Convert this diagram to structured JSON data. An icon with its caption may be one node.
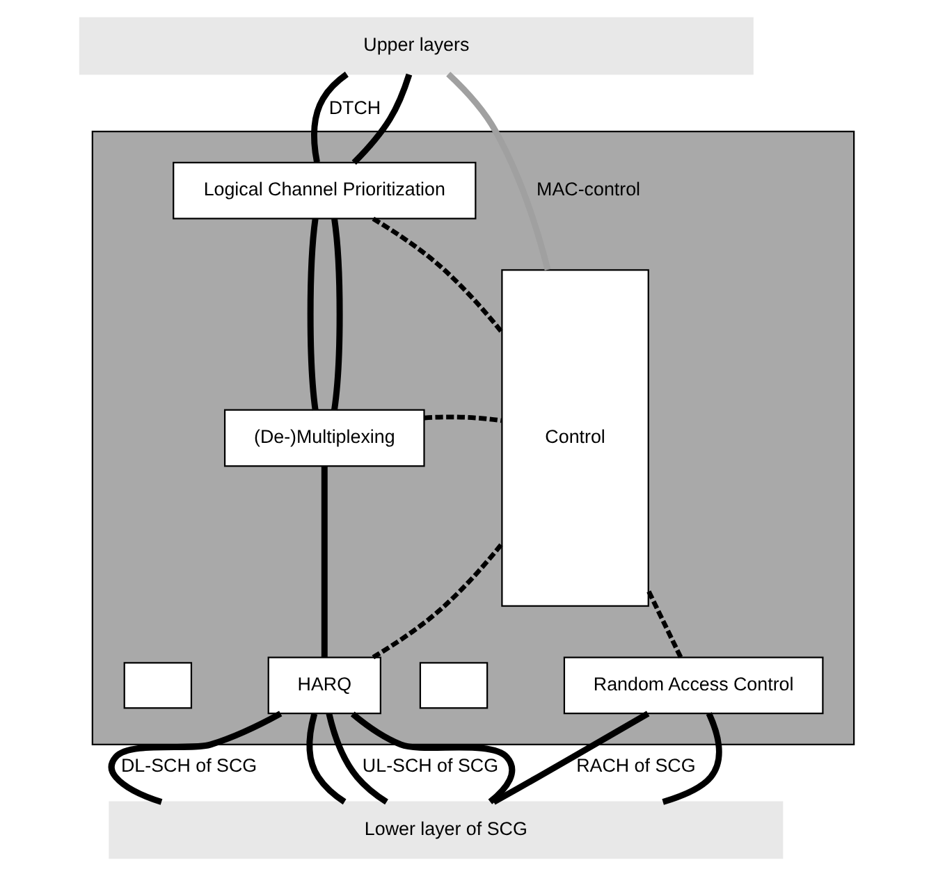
{
  "diagram": {
    "nodes": [
      {
        "text": [
          "Upper layers"
        ]
      },
      {
        "text": [],
        "shape": "box"
      },
      {
        "text": [
          "Logical Channel Prioritization"
        ],
        "in": 1
      },
      {
        "text": [
          "(De-)Multiplexing"
        ],
        "in": 1
      },
      {
        "text": [],
        "shape": "box",
        "in": 1
      },
      {
        "text": [
          "HARQ"
        ],
        "in": 1
      },
      {
        "text": [],
        "shape": "box",
        "in": 1
      },
      {
        "text": [
          "Random Access Control"
        ],
        "in": 1
      },
      {
        "text": [
          "Control"
        ],
        "in": 1
      },
      {
        "text": [
          "Lower layer of SCG"
        ]
      }
    ],
    "edges": [
      {
        "from": 0,
        "to": 2,
        "arrow": "none",
        "label": "DTCH"
      },
      {
        "from": 0,
        "to": 2,
        "arrow": "none"
      },
      {
        "from": 0,
        "to": 8,
        "arrow": "none",
        "label": "MAC-control",
        "color": "#a0a0a0"
      },
      {
        "from": 2,
        "to": 3,
        "arrow": "none"
      },
      {
        "from": 2,
        "to": 3,
        "arrow": "none"
      },
      {
        "from": 3,
        "to": 5,
        "arrow": "none"
      },
      {
        "from": 5,
        "to": 9,
        "arrow": "none",
        "label": "DL-SCH of SCG"
      },
      {
        "from": 5,
        "to": 9,
        "arrow": "none"
      },
      {
        "from": 5,
        "to": 9,
        "arrow": "none",
        "label": "UL-SCH of SCG"
      },
      {
        "from": 5,
        "to": 9,
        "arrow": "none"
      },
      {
        "from": 7,
        "to": 9,
        "arrow": "none",
        "label": "RACH of SCG"
      },
      {
        "from": 7,
        "to": 9,
        "arrow": "none"
      },
      {
        "from": 2,
        "to": 8,
        "arrow": "none",
        "style": "dashed"
      },
      {
        "from": 3,
        "to": 8,
        "arrow": "none",
        "style": "dashed"
      },
      {
        "from": 5,
        "to": 8,
        "arrow": "none",
        "style": "dashed"
      },
      {
        "from": 7,
        "to": 8,
        "arrow": "none",
        "style": "dashed"
      }
    ]
  }
}
